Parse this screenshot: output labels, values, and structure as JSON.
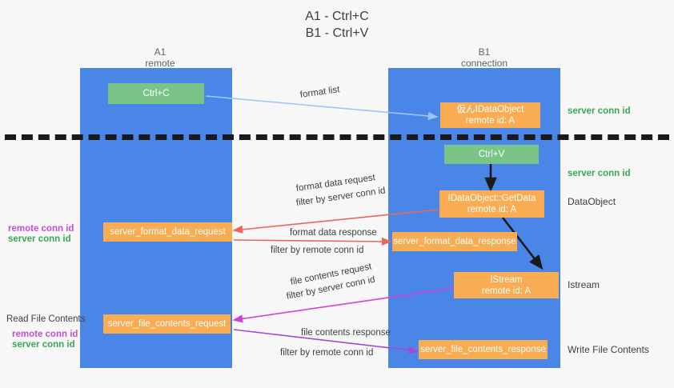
{
  "title": "A1 - Ctrl+C\nB1 - Ctrl+V",
  "lanes": [
    {
      "name": "lane-a1",
      "header": "A1\nremote"
    },
    {
      "name": "lane-b1",
      "header": "B1\nconnection"
    }
  ],
  "nodes": {
    "ctrl_c": "Ctrl+C",
    "idataobject": "仮んIDataObject\nremote id: A",
    "ctrl_v": "Ctrl+V",
    "getdata": "IDataObject::GetData\nremote id: A",
    "server_format_data_request": "server_format_data_request",
    "server_format_data_response": "server_format_data_response",
    "istream": "IStream\nremote id: A",
    "server_file_contents_request": "server_file_contents_request",
    "server_file_contents_response": "server_file_contents_response"
  },
  "annotations": {
    "format_list": "format list",
    "format_data_request": "format data request",
    "filter_by": "filter by ",
    "server_conn_id": "server conn id",
    "format_data_response": "format data response",
    "remote_conn_id": "remote conn id",
    "file_contents_request": "file contents request",
    "file_contents_response": "file contents response"
  },
  "right_labels": {
    "server_conn_id_top": "server conn id",
    "server_conn_id_mid": "server conn id",
    "dataobject": "DataObject",
    "istream": "Istream",
    "write_file_contents": "Write File Contents"
  },
  "left_labels": {
    "remote_conn_id_1": "remote conn id",
    "server_conn_id_1": "server conn id",
    "read_file_contents": "Read File Contents",
    "remote_conn_id_2": "remote conn id",
    "server_conn_id_2": "server conn id"
  },
  "colors": {
    "lane": "#4a86e8",
    "green_node": "#7bc488",
    "orange_node": "#f9ac52",
    "server_conn": "#3aa757",
    "remote_conn": "#c250d6",
    "arrow_blue": "#9fc5f8",
    "arrow_red": "#e8685a",
    "arrow_magenta": "#d63fd6",
    "arrow_purple": "#a64ad6",
    "arrow_black": "#1a1a1a",
    "background": "#f7f7f7"
  }
}
